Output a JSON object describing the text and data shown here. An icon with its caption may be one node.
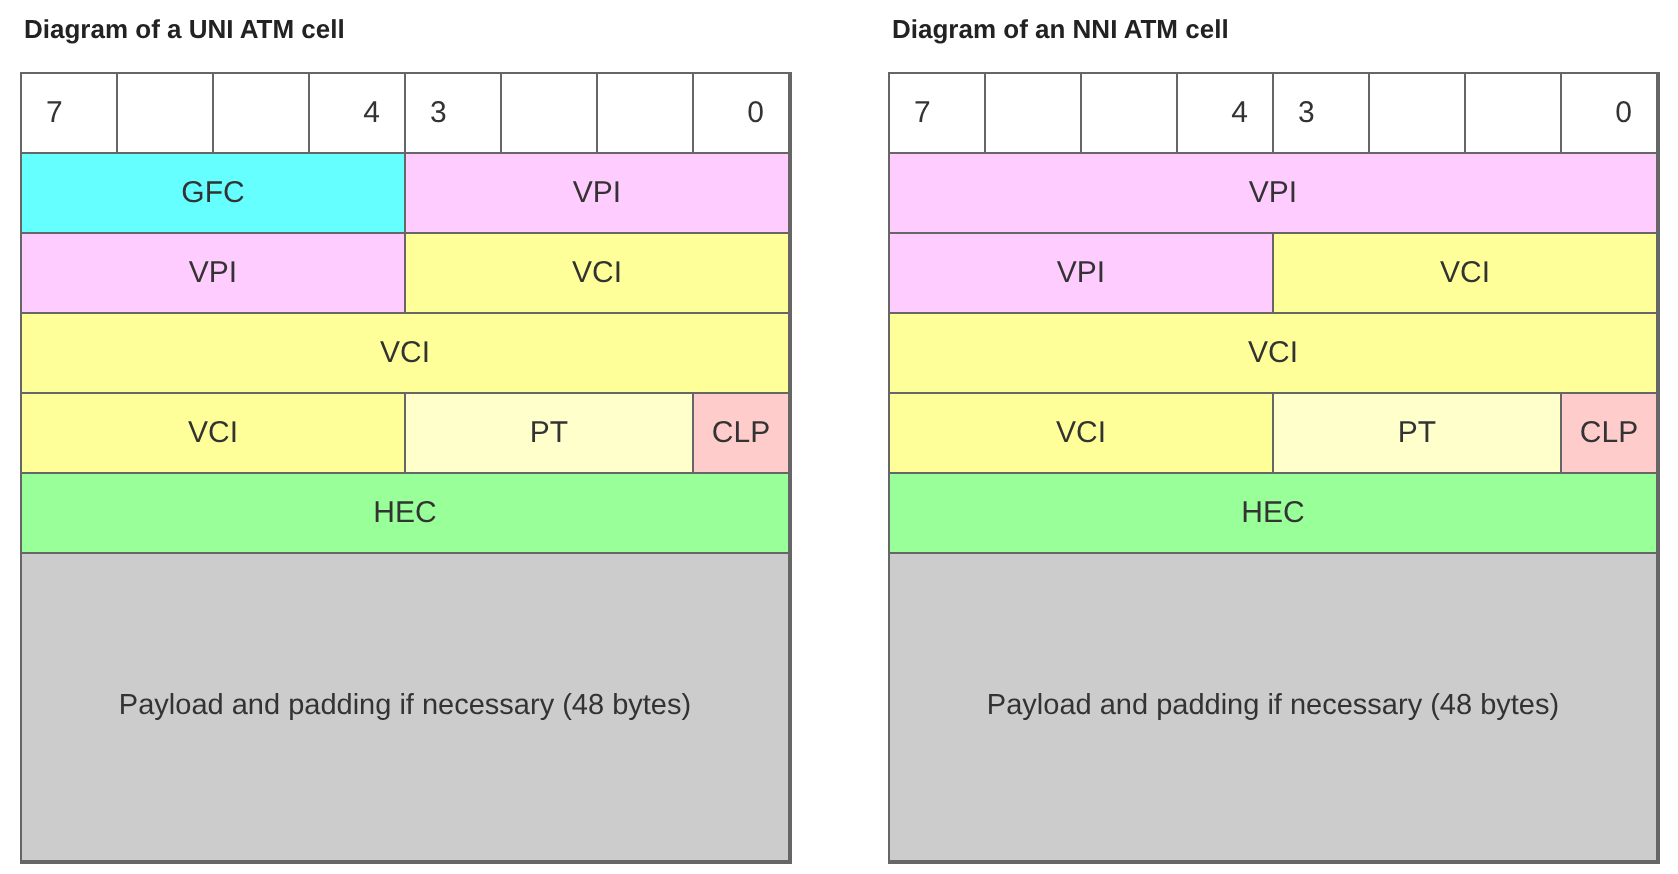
{
  "diagram": {
    "nodes": [
      {
        "text": [
          "Diagram of a UNI ATM cell"
        ]
      },
      {
        "text": [
          "7"
        ],
        "in": 0
      },
      {
        "text": [],
        "shape": "box",
        "in": 0
      },
      {
        "text": [],
        "shape": "box",
        "in": 0
      },
      {
        "text": [
          "4"
        ],
        "in": 0
      },
      {
        "text": [
          "3"
        ],
        "in": 0
      },
      {
        "text": [],
        "shape": "box",
        "in": 0
      },
      {
        "text": [],
        "shape": "box",
        "in": 0
      },
      {
        "text": [
          "0"
        ],
        "in": 0
      },
      {
        "text": [
          "GFC"
        ],
        "in": 0
      },
      {
        "text": [
          "VPI"
        ],
        "in": 0
      },
      {
        "text": [
          "VPI"
        ],
        "in": 0
      },
      {
        "text": [
          "VCI"
        ],
        "in": 0
      },
      {
        "text": [
          "VCI"
        ],
        "in": 0
      },
      {
        "text": [
          "VCI"
        ],
        "in": 0
      },
      {
        "text": [
          "PT"
        ],
        "in": 0
      },
      {
        "text": [
          "CLP"
        ],
        "in": 0
      },
      {
        "text": [
          "HEC"
        ],
        "in": 0
      },
      {
        "text": [
          "Payload and padding if necessary (48 bytes)"
        ],
        "in": 0
      },
      {
        "text": [
          "Diagram of an NNI ATM cell"
        ]
      },
      {
        "text": [
          "7"
        ],
        "in": 19
      },
      {
        "text": [],
        "shape": "box",
        "in": 19
      },
      {
        "text": [],
        "shape": "box",
        "in": 19
      },
      {
        "text": [
          "4"
        ],
        "in": 19
      },
      {
        "text": [
          "3"
        ],
        "in": 19
      },
      {
        "text": [],
        "shape": "box",
        "in": 19
      },
      {
        "text": [],
        "shape": "box",
        "in": 19
      },
      {
        "text": [
          "0"
        ],
        "in": 19
      },
      {
        "text": [
          "VPI"
        ],
        "in": 19
      },
      {
        "text": [
          "VPI"
        ],
        "in": 19
      },
      {
        "text": [
          "VCI"
        ],
        "in": 19
      },
      {
        "text": [
          "VCI"
        ],
        "in": 19
      },
      {
        "text": [
          "VCI"
        ],
        "in": 19
      },
      {
        "text": [
          "PT"
        ],
        "in": 19
      },
      {
        "text": [
          "CLP"
        ],
        "in": 19
      },
      {
        "text": [
          "HEC"
        ],
        "in": 19
      },
      {
        "text": [
          "Payload and padding if necessary (48 bytes)"
        ],
        "in": 19
      }
    ]
  }
}
